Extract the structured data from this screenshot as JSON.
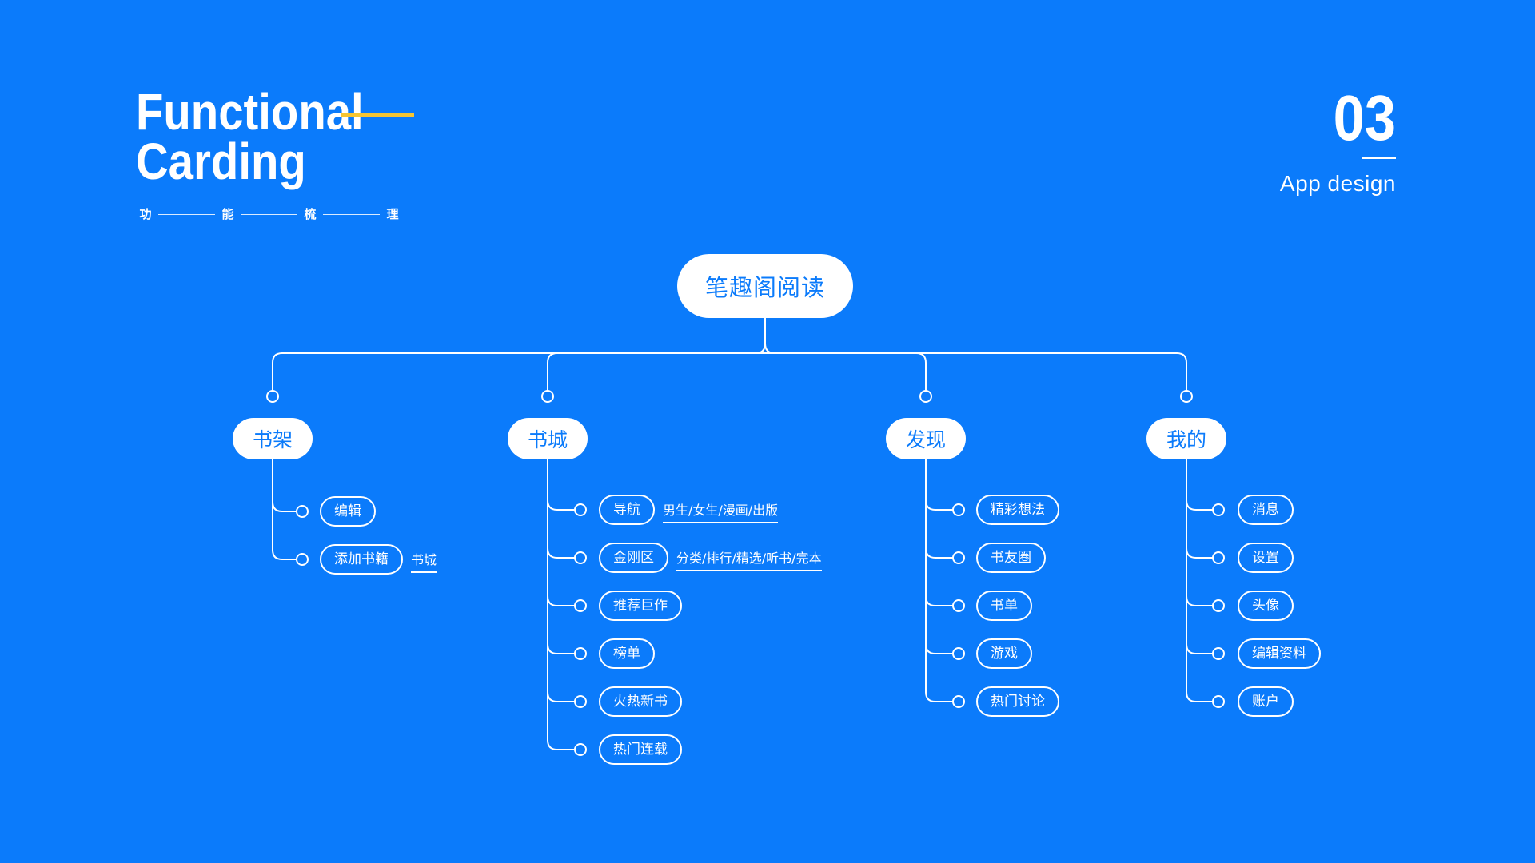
{
  "header": {
    "title_line1": "Functional",
    "title_line2": "Carding",
    "subtitle_chars": [
      "功",
      "能",
      "梳",
      "理"
    ],
    "page_number": "03",
    "section_label": "App design"
  },
  "colors": {
    "background": "#0B7BFB",
    "accent": "#F6C532",
    "foreground": "#FFFFFF"
  },
  "mindmap": {
    "root": "笔趣阁阅读",
    "branches": [
      {
        "label": "书架",
        "children": [
          {
            "label": "编辑"
          },
          {
            "label": "添加书籍",
            "note": "书城"
          }
        ]
      },
      {
        "label": "书城",
        "children": [
          {
            "label": "导航",
            "note": "男生/女生/漫画/出版"
          },
          {
            "label": "金刚区",
            "note": "分类/排行/精选/听书/完本"
          },
          {
            "label": "推荐巨作"
          },
          {
            "label": "榜单"
          },
          {
            "label": "火热新书"
          },
          {
            "label": "热门连载"
          }
        ]
      },
      {
        "label": "发现",
        "children": [
          {
            "label": "精彩想法"
          },
          {
            "label": "书友圈"
          },
          {
            "label": "书单"
          },
          {
            "label": "游戏"
          },
          {
            "label": "热门讨论"
          }
        ]
      },
      {
        "label": "我的",
        "children": [
          {
            "label": "消息"
          },
          {
            "label": "设置"
          },
          {
            "label": "头像"
          },
          {
            "label": "编辑资料"
          },
          {
            "label": "账户"
          }
        ]
      }
    ]
  }
}
